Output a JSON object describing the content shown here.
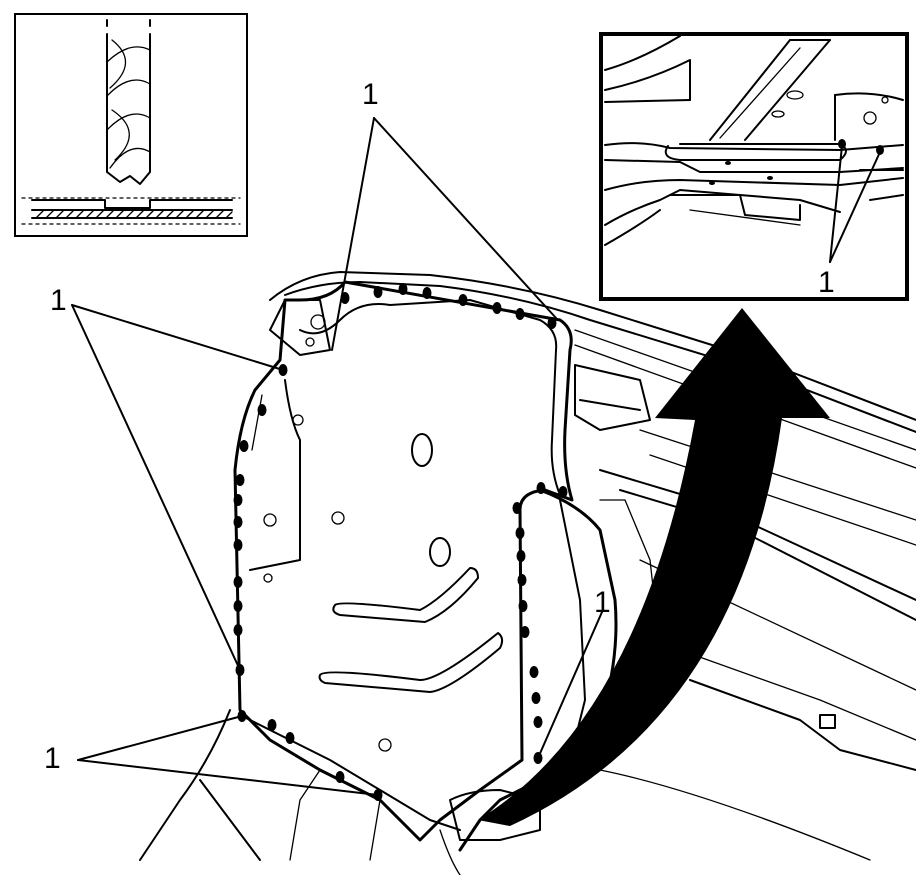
{
  "callouts": {
    "top_center": "1",
    "left_upper": "1",
    "right_middle": "1",
    "left_lower": "1",
    "inset": "1"
  },
  "icons": {
    "drill_inset": "drill-bit-icon",
    "arrow": "curved-arrow-icon"
  },
  "colors": {
    "ink": "#000000",
    "paper": "#ffffff"
  }
}
